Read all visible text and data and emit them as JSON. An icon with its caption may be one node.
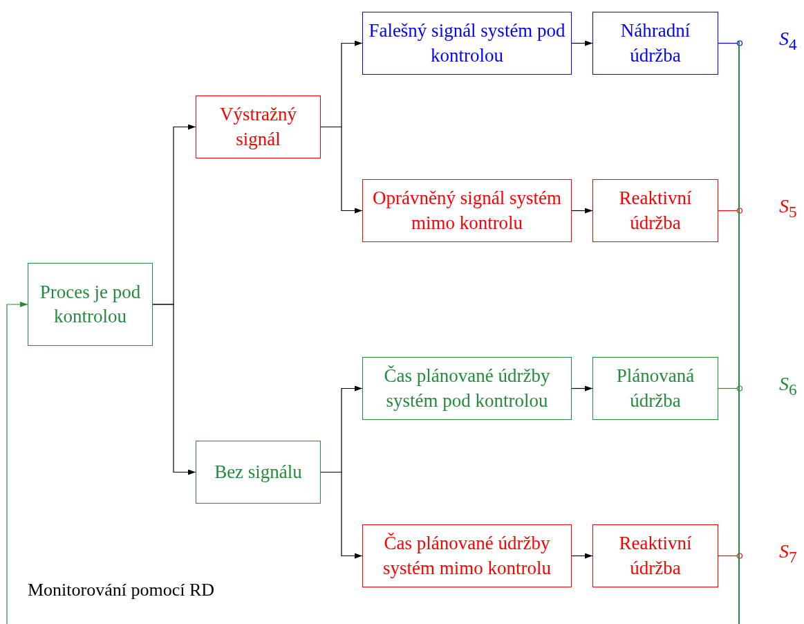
{
  "diagram": {
    "nodes": [
      {
        "text": [
          "Proces je pod kontrolou"
        ]
      },
      {
        "text": [
          "Výstražný signál"
        ]
      },
      {
        "text": [
          "Bez signálu"
        ]
      },
      {
        "text": [
          "Falešný signál systém pod kontrolou"
        ]
      },
      {
        "text": [
          "Náhradní údržba"
        ]
      },
      {
        "text": [
          "Oprávněný signál systém mimo kontrolu"
        ]
      },
      {
        "text": [
          "Reaktivní údržba"
        ]
      },
      {
        "text": [
          "Čas plánované údržby systém pod kontrolou"
        ]
      },
      {
        "text": [
          "Plánovaná údržba"
        ]
      },
      {
        "text": [
          "Čas plánované údržby systém mimo kontrolu"
        ]
      },
      {
        "text": [
          "Reaktivní údržba"
        ]
      },
      {
        "text": [],
        "shape": "bar"
      }
    ],
    "edges": [
      {
        "from": 0,
        "to": 1,
        "arrow": "to"
      },
      {
        "from": 0,
        "to": 2,
        "arrow": "to"
      },
      {
        "from": 1,
        "to": 3,
        "arrow": "to"
      },
      {
        "from": 1,
        "to": 5,
        "arrow": "to"
      },
      {
        "from": 2,
        "to": 7,
        "arrow": "to"
      },
      {
        "from": 2,
        "to": 9,
        "arrow": "to"
      },
      {
        "from": 3,
        "to": 4,
        "arrow": "to"
      },
      {
        "from": 5,
        "to": 6,
        "arrow": "to"
      },
      {
        "from": 7,
        "to": 8,
        "arrow": "to"
      },
      {
        "from": 9,
        "to": 10,
        "arrow": "to"
      },
      {
        "from": 4,
        "to": 11,
        "arrow": "other",
        "color": "#0000ff"
      },
      {
        "from": 6,
        "to": 11,
        "arrow": "other",
        "color": "#ff0000"
      },
      {
        "from": 8,
        "to": 11,
        "arrow": "other",
        "color": "#228b3c"
      },
      {
        "from": 10,
        "to": 11,
        "arrow": "other",
        "color": "#ff0000"
      },
      {
        "from": null,
        "to": 0,
        "arrow": "to",
        "color": "#228b3c"
      }
    ],
    "labels": [
      "*S*$_{4}$",
      "*S*$_{5}$",
      "*S*$_{6}$",
      "*S*$_{7}$",
      "Monitorování pomocí RD"
    ]
  }
}
